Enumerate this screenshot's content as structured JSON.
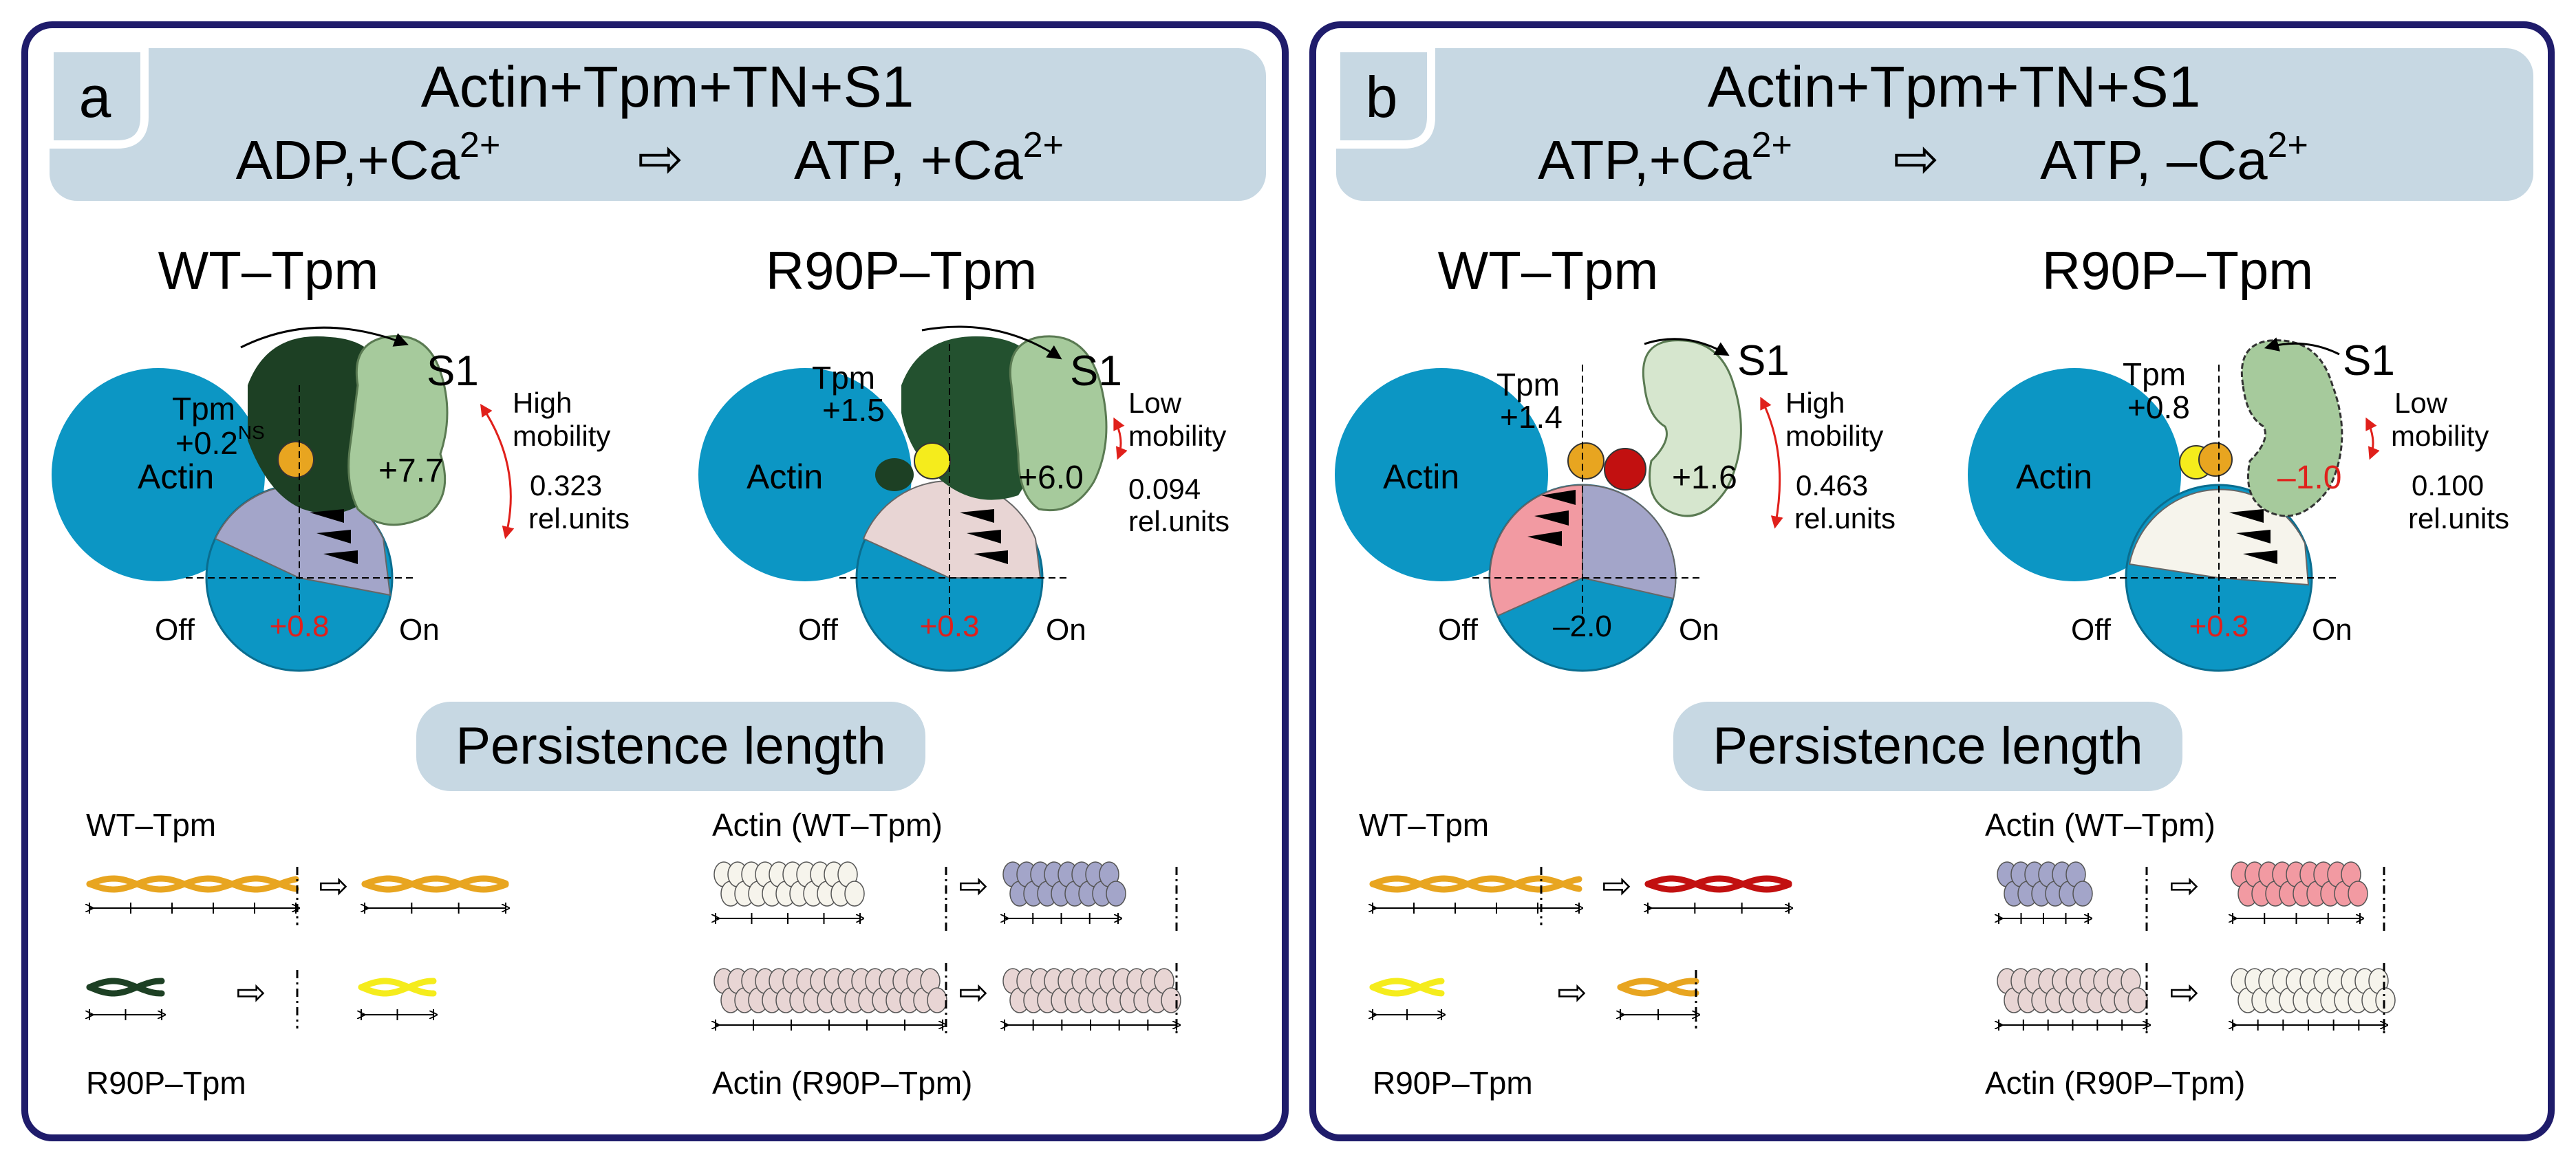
{
  "colors": {
    "frame": "#1f1c6b",
    "header_bg": "#c7d8e3",
    "actin_blue": "#0c96c4",
    "tpm_orange": "#e8a520",
    "tpm_yellow": "#f5ec1c",
    "tpm_dark_green": "#1d4024",
    "s1_dark_green": "#23512f",
    "s1_light_green": "#a6ca9c",
    "s1_pale_green": "#d6e6ce",
    "sector_lavender": "#a3a5c9",
    "sector_pink": "#f29aa2",
    "sector_pale_pink": "#e8d5d4",
    "sector_cream": "#f6f4ec",
    "tpm_red": "#c21010",
    "highlight_red": "#e0201b"
  },
  "panels": [
    {
      "letter": "a",
      "title": "Actin+Tpm+TN+S1",
      "cond_left": "ADP,+Ca",
      "cond_right": "ATP, +Ca",
      "superscript": "2+",
      "wt": {
        "name": "WT–Tpm",
        "actin": "Actin",
        "tpm_label": "Tpm",
        "tpm_value": "+0.2",
        "tpm_sup": "NS",
        "s1": "S1",
        "s1_value": "+7.7",
        "mobility_1": "High",
        "mobility_2": "mobility",
        "mobility_value": "0.323",
        "mobility_unit": "rel.units",
        "off": "Off",
        "on": "On",
        "sector_value": "+0.8"
      },
      "mut": {
        "name": "R90P–Tpm",
        "actin": "Actin",
        "tpm_label": "Tpm",
        "tpm_value": "+1.5",
        "s1": "S1",
        "s1_value": "+6.0",
        "mobility_1": "Low",
        "mobility_2": "mobility",
        "mobility_value": "0.094",
        "mobility_unit": "rel.units",
        "off": "Off",
        "on": "On",
        "sector_value": "+0.3"
      },
      "persistence": "Persistence length",
      "labels": {
        "wt_tpm": "WT–Tpm",
        "r90p_tpm": "R90P–Tpm",
        "actin_wt": "Actin (WT–Tpm)",
        "actin_r90p": "Actin (R90P–Tpm)"
      }
    },
    {
      "letter": "b",
      "title": "Actin+Tpm+TN+S1",
      "cond_left": "ATP,+Ca",
      "cond_right": "ATP, –Ca",
      "superscript": "2+",
      "wt": {
        "name": "WT–Tpm",
        "actin": "Actin",
        "tpm_label": "Tpm",
        "tpm_value": "+1.4",
        "s1": "S1",
        "s1_value": "+1.6",
        "mobility_1": "High",
        "mobility_2": "mobility",
        "mobility_value": "0.463",
        "mobility_unit": "rel.units",
        "off": "Off",
        "on": "On",
        "sector_value": "–2.0"
      },
      "mut": {
        "name": "R90P–Tpm",
        "actin": "Actin",
        "tpm_label": "Tpm",
        "tpm_value": "+0.8",
        "s1": "S1",
        "s1_value": "–1.0",
        "mobility_1": "Low",
        "mobility_2": "mobility",
        "mobility_value": "0.100",
        "mobility_unit": "rel.units",
        "off": "Off",
        "on": "On",
        "sector_value": "+0.3"
      },
      "persistence": "Persistence length",
      "labels": {
        "wt_tpm": "WT–Tpm",
        "r90p_tpm": "R90P–Tpm",
        "actin_wt": "Actin (WT–Tpm)",
        "actin_r90p": "Actin (R90P–Tpm)"
      }
    }
  ]
}
